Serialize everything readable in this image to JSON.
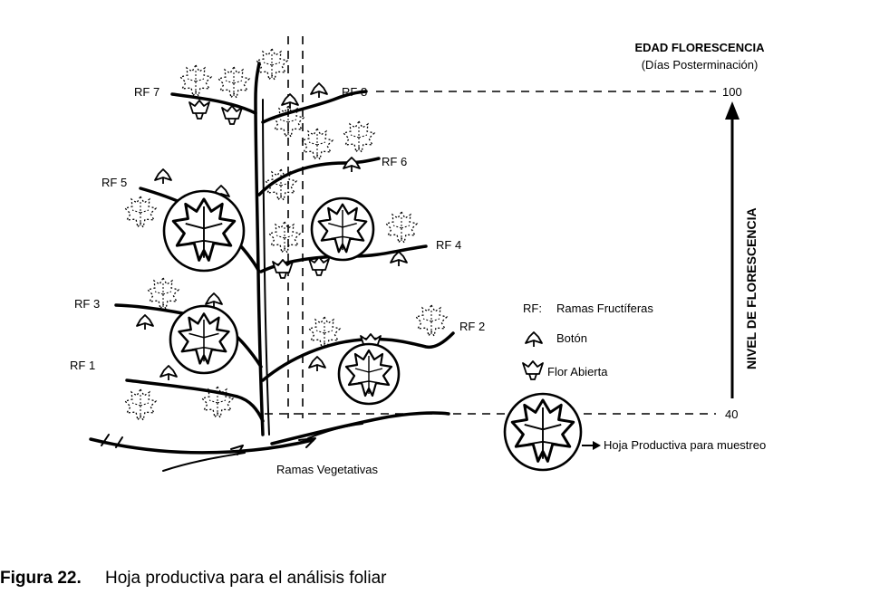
{
  "scale": {
    "title": "EDAD FLORESCENCIA",
    "subtitle": "(Días Posterminación)",
    "top_value": "100",
    "bottom_value": "40",
    "axis_label": "NIVEL DE FLORESCENCIA"
  },
  "branches": {
    "rf1": "RF 1",
    "rf2": "RF 2",
    "rf3": "RF 3",
    "rf4": "RF 4",
    "rf5": "RF 5",
    "rf6": "RF 6",
    "rf7": "RF 7",
    "rf8": "RF 8"
  },
  "legend": {
    "rf_abbr": "RF:",
    "rf_meaning": "Ramas Fructíferas",
    "bud": "Botón",
    "flower": "Flor Abierta",
    "sample_leaf": "Hoja Productiva para muestreo"
  },
  "vegetative_label": "Ramas Vegetativas",
  "caption": {
    "prefix": "Figura 22.",
    "text": "Hoja productiva para el análisis foliar"
  }
}
